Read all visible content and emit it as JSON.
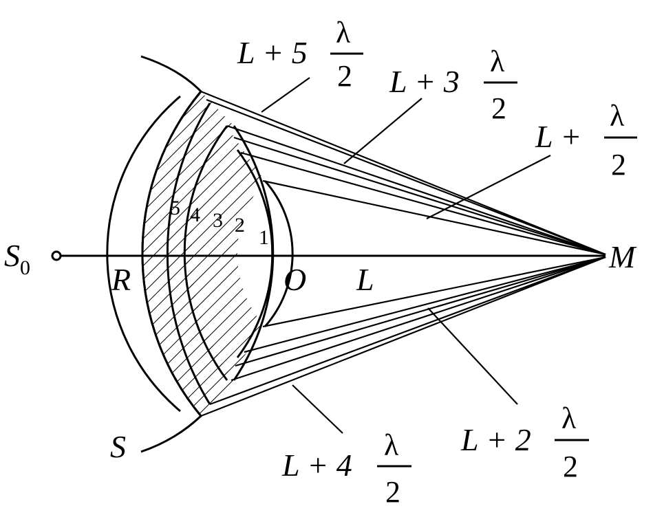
{
  "labels": {
    "source": "S",
    "source_sub": "0",
    "point_m": "M",
    "center_o": "O",
    "radius_r": "R",
    "distance_l": "L",
    "wavefront_s": "S"
  },
  "zones": [
    "1",
    "2",
    "3",
    "4",
    "5"
  ],
  "path_labels": [
    {
      "id": "l5",
      "prefix": "L + 5",
      "numerator": "λ",
      "denominator": "2"
    },
    {
      "id": "l3",
      "prefix": "L + 3",
      "numerator": "λ",
      "denominator": "2"
    },
    {
      "id": "l1",
      "prefix": "L + ",
      "numerator": "λ",
      "denominator": "2"
    },
    {
      "id": "l2",
      "prefix": "L + 2",
      "numerator": "λ",
      "denominator": "2"
    },
    {
      "id": "l4",
      "prefix": "L + 4",
      "numerator": "λ",
      "denominator": "2"
    }
  ]
}
